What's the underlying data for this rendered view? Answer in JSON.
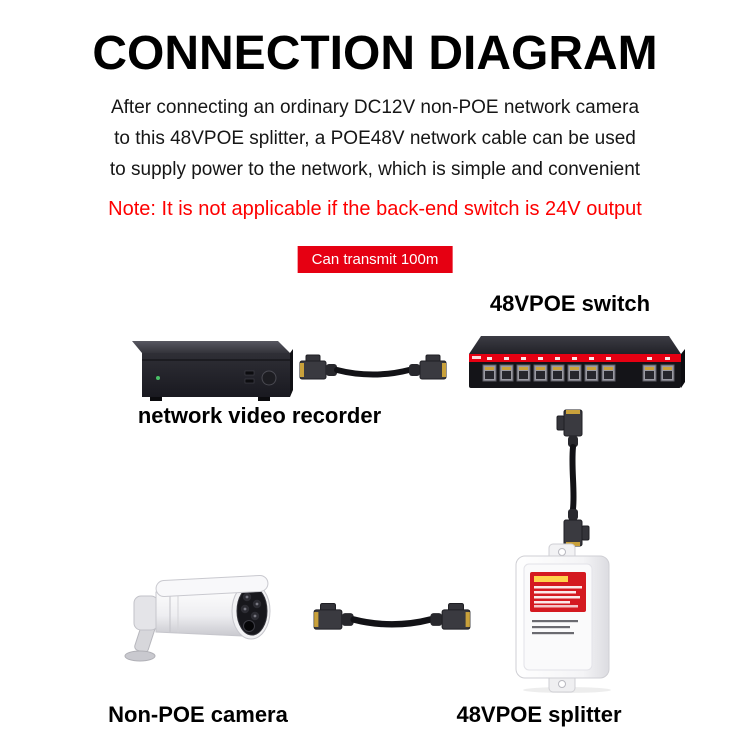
{
  "page": {
    "title": "CONNECTION DIAGRAM",
    "description_lines": [
      "After connecting an ordinary DC12V non-POE network camera",
      "to this 48VPOE splitter, a POE48V network cable can be used",
      "to supply power to the network, which is simple and convenient"
    ],
    "note": "Note: It is not applicable if the back-end switch is 24V output",
    "badge_label": "Can transmit 100m"
  },
  "labels": {
    "switch": "48VPOE switch",
    "nvr": "network video recorder",
    "camera": "Non-POE camera",
    "splitter": "48VPOE splitter"
  },
  "colors": {
    "note_red": "#fe0000",
    "badge_red": "#e60012",
    "switch_stripe_red": "#e60012",
    "splitter_label_red": "#d41920"
  }
}
